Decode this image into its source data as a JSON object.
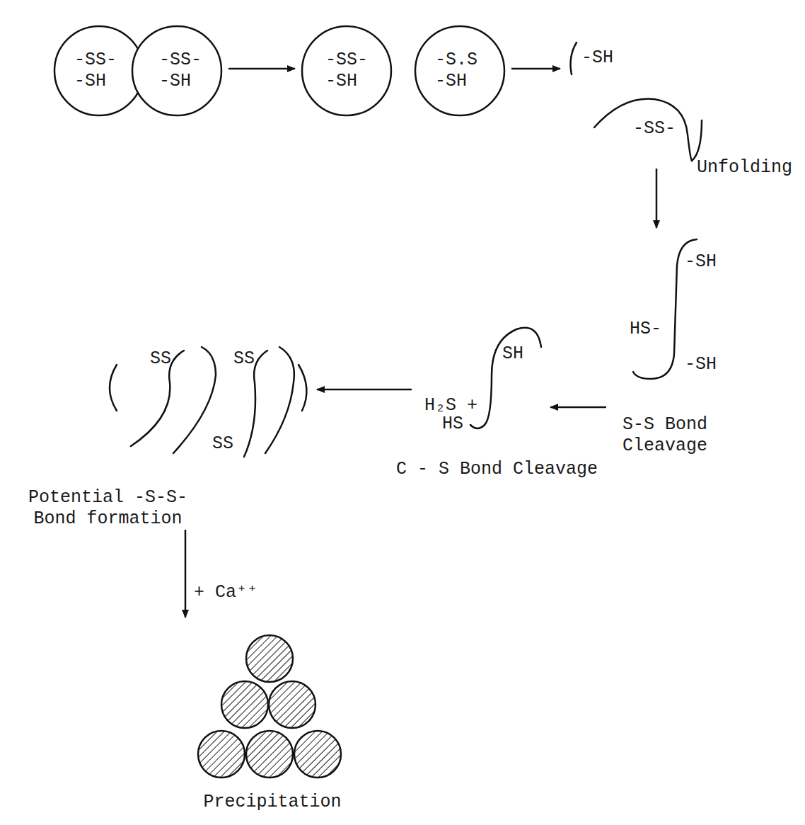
{
  "diagram": {
    "nodes": [
      {
        "text": [
          "-SS- -SH"
        ]
      },
      {
        "text": [
          "-SS- -SH"
        ]
      },
      {
        "text": [
          "-SS- -SH"
        ]
      },
      {
        "text": [
          "-S.S -SH"
        ]
      },
      {
        "text": [
          "-SH",
          "-SS-"
        ]
      },
      {
        "text": [
          "-SH",
          "HS-",
          "-SH"
        ]
      },
      {
        "text": [
          "H₂S +",
          "SH",
          "HS"
        ]
      },
      {
        "text": [
          "SS",
          "SS",
          "SS"
        ]
      },
      {
        "text": [
          "Precipitation"
        ]
      }
    ],
    "edges": [
      {
        "from": 1,
        "to": 2,
        "arrow": "to"
      },
      {
        "from": 3,
        "to": 4,
        "arrow": "to"
      },
      {
        "from": 4,
        "to": 5,
        "arrow": "to"
      },
      {
        "from": 5,
        "to": 6,
        "arrow": "to"
      },
      {
        "from": 6,
        "to": 7,
        "arrow": "to"
      },
      {
        "from": 7,
        "to": 8,
        "label": "+ Ca⁺⁺",
        "arrow": "to"
      }
    ],
    "labels": [
      "Unfolding",
      "S-S Bond Cleavage",
      "C - S Bond Cleavage",
      "Potential -S-S- Bond formation"
    ]
  }
}
